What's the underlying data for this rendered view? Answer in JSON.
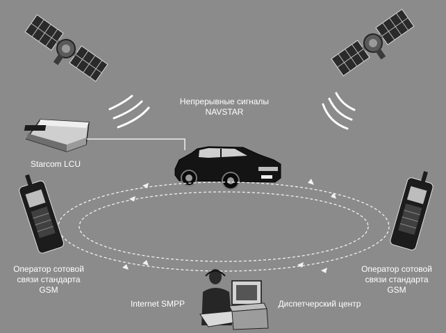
{
  "labels": {
    "signals": "Непрерывные сигналы\nNAVSTAR",
    "lcu": "Starcom LCU",
    "operator_left": "Оператор сотовой\nсвязи стандарта\nGSM",
    "operator_right": "Оператор сотовой\nсвязи стандарта\nGSM",
    "smpp": "Internet SMPP",
    "dispatch": "Диспетчерский центр"
  },
  "colors": {
    "background": "#8b8b8b",
    "text": "#ffffff",
    "link_dashes": "#f2f2f2",
    "device_dark": "#1f1f1f",
    "device_light": "#d9d9d9"
  },
  "icons": [
    "satellite-icon",
    "satellite-icon",
    "signal-waves-icon",
    "signal-waves-icon",
    "tracker-device-icon",
    "car-icon",
    "mobile-phone-icon",
    "mobile-phone-icon",
    "dispatcher-operator-icon"
  ]
}
